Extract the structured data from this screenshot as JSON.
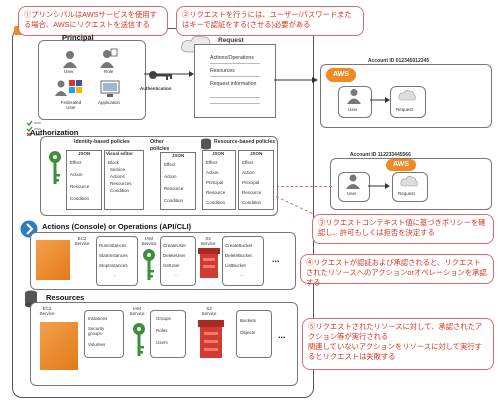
{
  "notes": {
    "n1": "①プリンシパルはAWSサービスを使用する場合、AWSにリクエストを送信する",
    "n2": "②リクエストを行うには、ユーザー/パスワードまたはキーで認証をする(させる)必要がある",
    "n3": "③リクエストコンテキスト値に基づきポリシーを確認し、許可もしくは拒否を決定する",
    "n4": "④リクエストが認証および承認されると、リクエストされたリソースへのアクションorオペレーションを承認する",
    "n5": "⑤リクエストされたリソースに対して、承認されたアクション等が実行される\n関連していないアクションをリソースに対して実行するとリクエストは失敗する"
  },
  "aws_tag": "AWS",
  "principal": {
    "title": "Principal",
    "items": [
      "User",
      "Role",
      "Federated User",
      "Application"
    ],
    "auth_label": "Authentication"
  },
  "request": {
    "title": "Request",
    "lines": [
      "Actions/Operations",
      "Resources",
      "Request information"
    ]
  },
  "authorization": {
    "title": "Authorization",
    "identity_title": "Identity-based policies",
    "json_label": "JSON",
    "visual_editor": "Visual editor",
    "policy_fields": [
      "Effect",
      "Action",
      "Resource",
      "Condition"
    ],
    "visual_fields": [
      "Block",
      "Service",
      "Actions",
      "Resources",
      "Condition"
    ],
    "other_title": "Other policies",
    "resource_title": "Resource-based policies",
    "resource_fields": [
      "Effect",
      "Action",
      "Principal",
      "Resource",
      "Condition"
    ]
  },
  "actions": {
    "title": "Actions (Console) or Operations (API/CLI)",
    "ec2": {
      "service": "EC2 Service",
      "ops": [
        "RunInstances",
        "StartInstances",
        "StopInstances",
        "..."
      ]
    },
    "iam": {
      "service": "IAM Service",
      "ops": [
        "CreateUser",
        "DeleteUser",
        "GetUser",
        "..."
      ]
    },
    "s3": {
      "service": "S3 Service",
      "ops": [
        "CreateBucket",
        "DeleteBucket",
        "ListBucket",
        "..."
      ]
    },
    "more": "..."
  },
  "resources": {
    "title": "Resources",
    "ec2": {
      "service": "EC2 Service",
      "items": [
        "Instances",
        "Security groups",
        "Volumes"
      ]
    },
    "iam": {
      "service": "IAM Service",
      "items": [
        "Groups",
        "Roles",
        "Users"
      ]
    },
    "s3": {
      "service": "S3 Service",
      "items": [
        "Buckets",
        "Objects"
      ]
    },
    "more": "..."
  },
  "account1": {
    "id": "Account ID 012345012345",
    "badge": "AWS",
    "user": "User",
    "request": "Request"
  },
  "account2": {
    "id": "Account ID 112233445566",
    "badge": "AWS",
    "user": "User",
    "request": "Request"
  },
  "colors": {
    "accent": "#e0301e",
    "aws_orange": "#f08a24",
    "s3_red": "#d23b2f",
    "iam_green": "#3f8f3a"
  }
}
